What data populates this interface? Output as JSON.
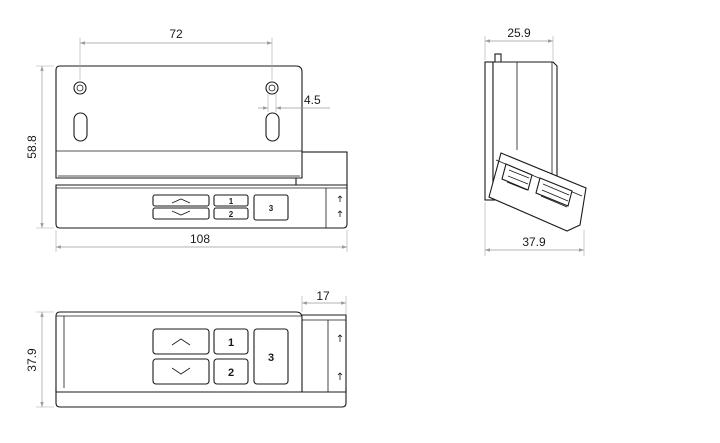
{
  "dimensions": {
    "hole_spacing": "72",
    "hole_offset": "4.5",
    "front_height": "58.8",
    "front_width": "108",
    "side_depth_top": "25.9",
    "side_depth_bottom": "37.9",
    "top_depth": "37.9",
    "connector_protrusion": "17"
  },
  "keypad": {
    "key_1": "1",
    "key_2": "2",
    "key_3": "3"
  }
}
